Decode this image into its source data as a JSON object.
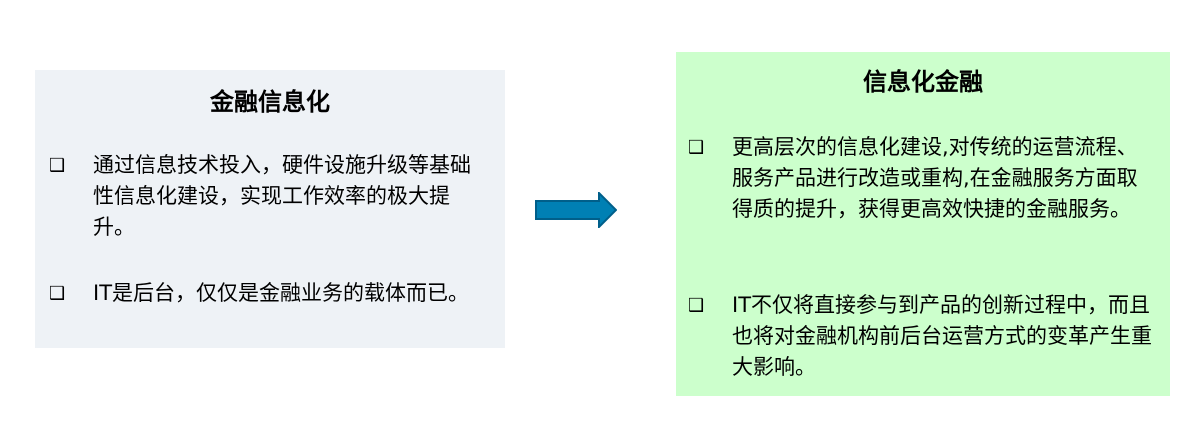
{
  "left_box": {
    "title": "金融信息化",
    "bullets": [
      "通过信息技术投入，硬件设施升级等基础性信息化建设，实现工作效率的极大提升。",
      "IT是后台，仅仅是金融业务的载体而已。"
    ]
  },
  "right_box": {
    "title": "信息化金融",
    "bullets": [
      "更高层次的信息化建设,对传统的运营流程、服务产品进行改造或重构,在金融服务方面取得质的提升，获得更高效快捷的金融服务。",
      "IT不仅将直接参与到产品的创新过程中，而且也将对金融机构前后台运营方式的变革产生重大影响。"
    ]
  },
  "bullet_glyph": "❑",
  "colors": {
    "left_bg": "#eef2f6",
    "right_bg": "#ccffcc",
    "arrow": "#0080b4"
  }
}
